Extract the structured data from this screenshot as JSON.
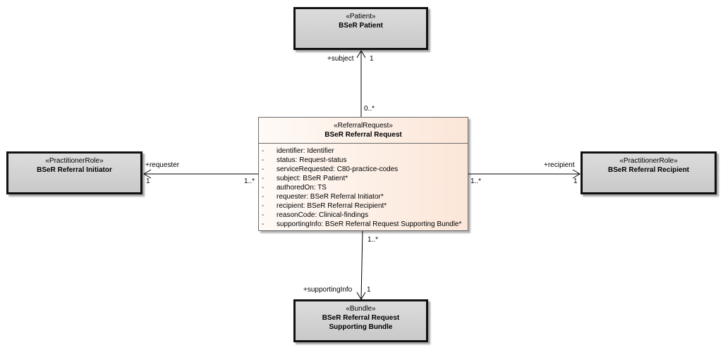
{
  "patient": {
    "stereotype": "«Patient»",
    "name": "BSeR Patient"
  },
  "initiator": {
    "stereotype": "«PractitionerRole»",
    "name": "BSeR Referral Initiator"
  },
  "recipient": {
    "stereotype": "«PractitionerRole»",
    "name": "BSeR Referral Recipient"
  },
  "bundle": {
    "stereotype": "«Bundle»",
    "name": "BSeR Referral Request Supporting Bundle"
  },
  "referral": {
    "stereotype": "«ReferralRequest»",
    "name": "BSeR Referral Request",
    "attributes": [
      {
        "vis": "-",
        "text": "identifier: Identifier"
      },
      {
        "vis": "-",
        "text": "status: Request-status"
      },
      {
        "vis": "-",
        "text": "serviceRequested: C80-practice-codes"
      },
      {
        "vis": "-",
        "text": "subject: BSeR Patient*"
      },
      {
        "vis": "-",
        "text": "authoredOn: TS"
      },
      {
        "vis": "-",
        "text": "requester: BSeR Referral Initiator*"
      },
      {
        "vis": "-",
        "text": "recipient: BSeR Referral Recipient*"
      },
      {
        "vis": "-",
        "text": "reasonCode: Clinical-findings"
      },
      {
        "vis": "-",
        "text": "supportingInfo: BSeR Referral Request Supporting Bundle*"
      }
    ]
  },
  "associations": {
    "subject": {
      "role": "+subject",
      "target_mult": "1",
      "source_mult": "0..*"
    },
    "requester": {
      "role": "+requester",
      "target_mult": "1",
      "source_mult": "1..*"
    },
    "recipient": {
      "role": "+recipient",
      "target_mult": "1",
      "source_mult": "1..*"
    },
    "supporting": {
      "role": "+supportingInfo",
      "target_mult": "1",
      "source_mult": "1..*"
    }
  },
  "colors": {
    "class_fill": "#c9c9c9",
    "main_fill_start": "#fffaf6",
    "main_fill_end": "#fbe6d8",
    "line": "#000000"
  }
}
